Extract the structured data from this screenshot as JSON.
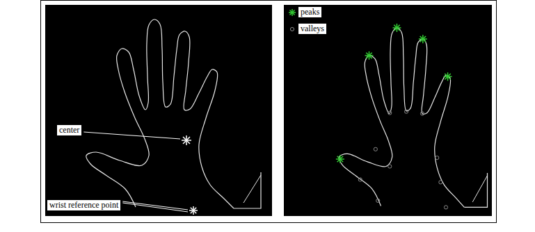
{
  "diagram": {
    "labels": [
      "center",
      "wrist reference point"
    ],
    "legend": [
      {
        "text": "peaks"
      },
      {
        "text": "valleys"
      }
    ]
  }
}
